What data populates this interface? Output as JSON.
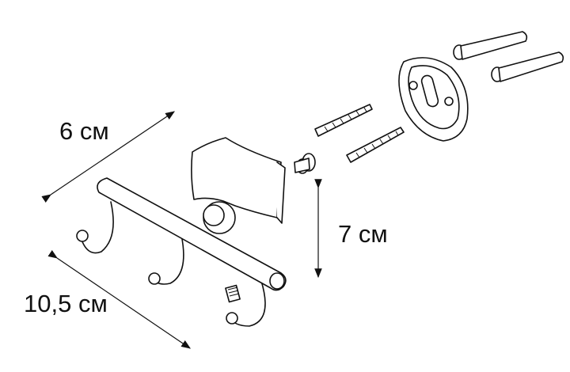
{
  "dimensions": {
    "depth": "6 см",
    "height": "7 см",
    "width": "10,5 см"
  }
}
